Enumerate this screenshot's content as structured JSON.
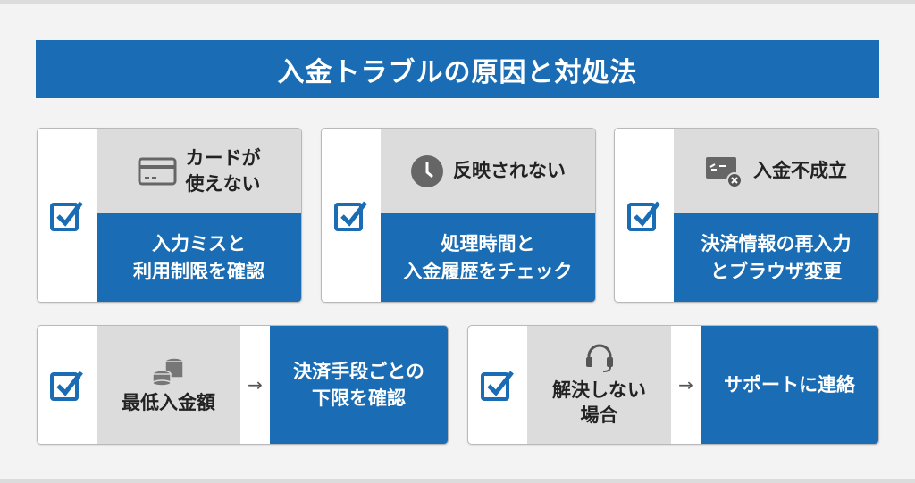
{
  "title": "入金トラブルの原因と対処法",
  "cards": [
    {
      "problem": "カードが\n使えない",
      "icon": "credit-card-icon",
      "solution": "入力ミスと\n利用制限を確認"
    },
    {
      "problem": "反映されない",
      "icon": "clock-icon",
      "solution": "処理時間と\n入金履歴をチェック"
    },
    {
      "problem": "入金不成立",
      "icon": "payment-error-icon",
      "solution": "決済情報の再入力\nとブラウザ変更"
    },
    {
      "problem": "最低入金額",
      "icon": "coins-icon",
      "solution": "決済手段ごとの\n下限を確認"
    },
    {
      "problem": "解決しない\n場合",
      "icon": "headset-icon",
      "solution": "サポートに連絡"
    }
  ],
  "arrow": "→",
  "colors": {
    "accent": "#1a6db4",
    "panel": "#dcdcdc"
  }
}
